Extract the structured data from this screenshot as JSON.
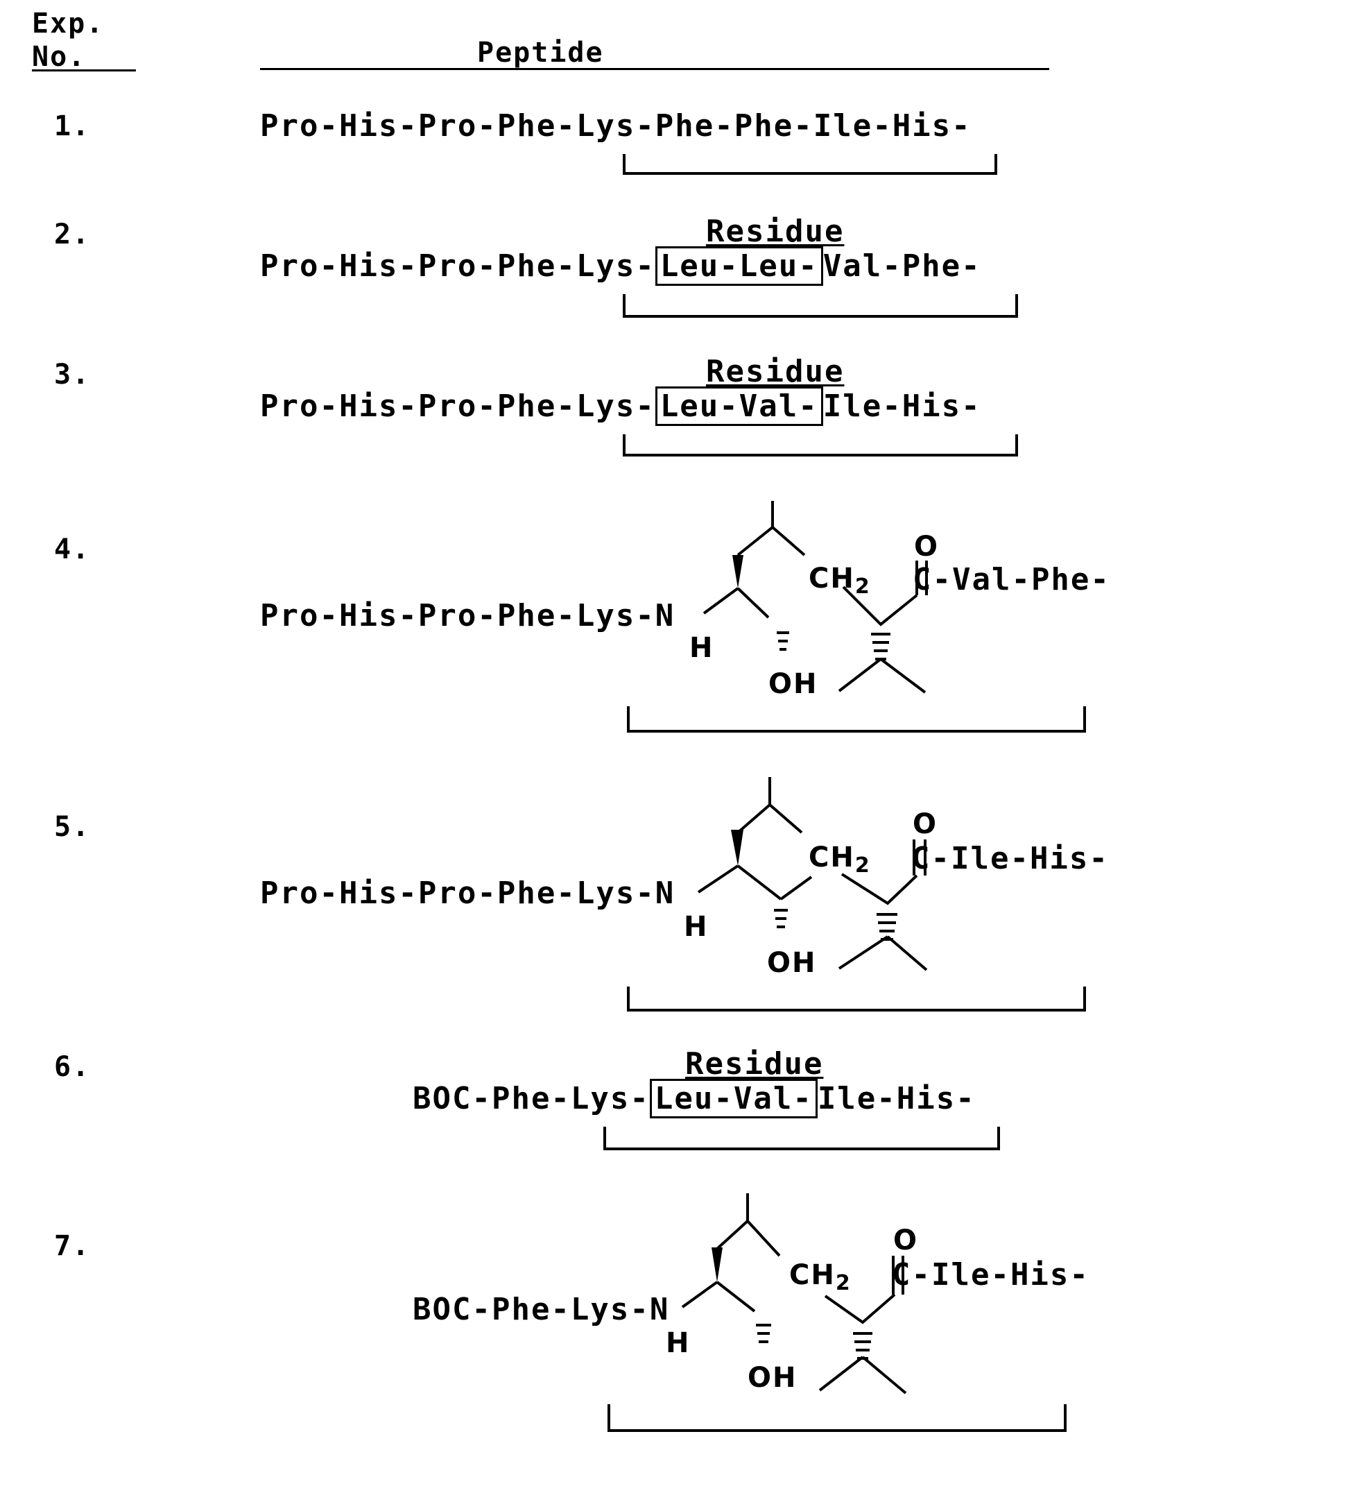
{
  "header": {
    "exp_line1": "Exp.",
    "exp_line2": "No.",
    "peptide": "Peptide"
  },
  "residue_label": "Residue",
  "rows": [
    {
      "num": "1.",
      "seq": "Pro-His-Pro-Phe-Lys-Phe-Phe-Ile-His-"
    },
    {
      "num": "2.",
      "pre": "Pro-His-Pro-Phe-Lys-",
      "boxed": "Leu-Leu-",
      "post": "Val-Phe-"
    },
    {
      "num": "3.",
      "pre": "Pro-His-Pro-Phe-Lys-",
      "boxed": "Leu-Val-",
      "post": "Ile-His-"
    },
    {
      "num": "4.",
      "pre": "Pro-His-Pro-Phe-Lys-N",
      "tail": "C-Val-Phe-"
    },
    {
      "num": "5.",
      "pre": "Pro-His-Pro-Phe-Lys-N",
      "tail": "C-Ile-His-"
    },
    {
      "num": "6.",
      "pre": "BOC-Phe-Lys-",
      "boxed": "Leu-Val-",
      "post": "Ile-His-"
    },
    {
      "num": "7.",
      "pre": "BOC-Phe-Lys-N",
      "tail": "C-Ile-His-"
    }
  ],
  "chem": {
    "h": "H",
    "o": "O",
    "oh": "OH",
    "ch": "CH",
    "sub2": "2"
  }
}
